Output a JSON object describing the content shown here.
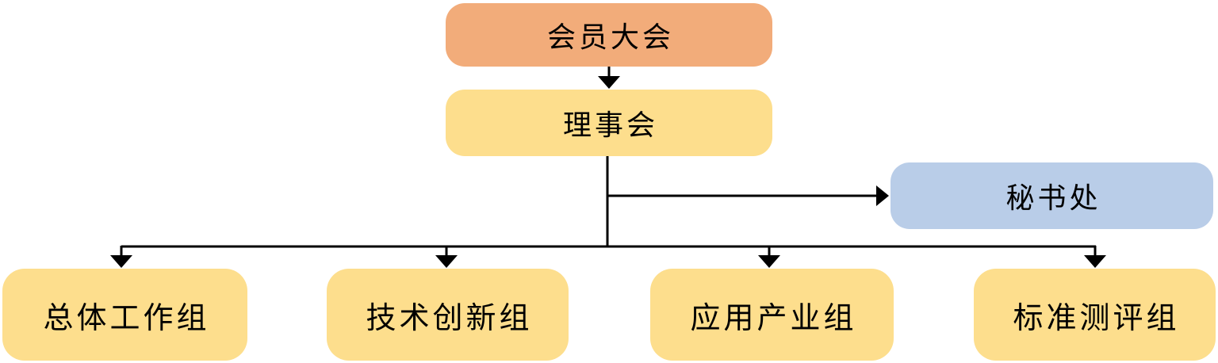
{
  "diagram": {
    "type": "org-chart",
    "nodes": {
      "assembly": {
        "label": "会员大会"
      },
      "board": {
        "label": "理事会"
      },
      "secretariat": {
        "label": "秘书处"
      },
      "general_wg": {
        "label": "总体工作组"
      },
      "tech_wg": {
        "label": "技术创新组"
      },
      "industry_wg": {
        "label": "应用产业组"
      },
      "standards_wg": {
        "label": "标准测评组"
      }
    },
    "edges": [
      {
        "from": "会员大会",
        "to": "理事会",
        "arrow": true
      },
      {
        "from": "理事会",
        "to": "秘书处",
        "arrow": true
      },
      {
        "from": "理事会",
        "to": "总体工作组",
        "arrow": true
      },
      {
        "from": "理事会",
        "to": "技术创新组",
        "arrow": true
      },
      {
        "from": "理事会",
        "to": "应用产业组",
        "arrow": true
      },
      {
        "from": "理事会",
        "to": "标准测评组",
        "arrow": true
      }
    ],
    "colors": {
      "assembly_fill": "#F2AC7A",
      "council_fill": "#FDDE8D",
      "working_group_fill": "#FDDE8D",
      "secretariat_fill": "#B9CDE8",
      "connector": "#000000",
      "text": "#000000"
    }
  }
}
